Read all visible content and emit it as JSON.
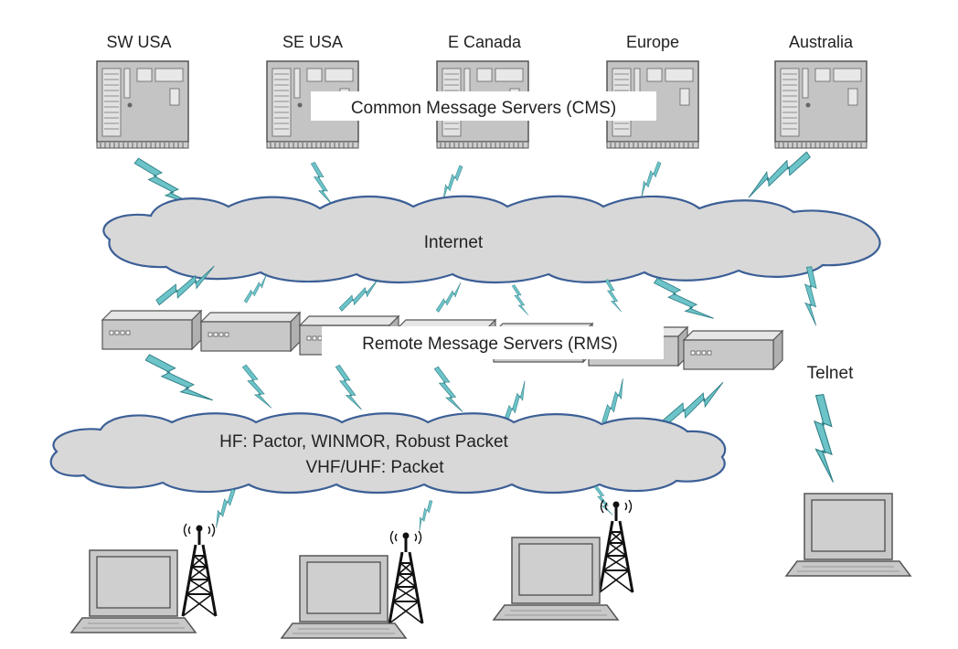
{
  "regions": [
    {
      "label": "SW USA"
    },
    {
      "label": "SE USA"
    },
    {
      "label": "E Canada"
    },
    {
      "label": "Europe"
    },
    {
      "label": "Australia"
    }
  ],
  "cms_label": "Common Message Servers (CMS)",
  "internet_label": "Internet",
  "rms_label": "Remote Message Servers (RMS)",
  "telnet_label": "Telnet",
  "radio_cloud": {
    "line1": "HF:  Pactor, WINMOR, Robust Packet",
    "line2": "VHF/UHF:  Packet"
  },
  "colors": {
    "cloud_fill": "#d8d8d8",
    "cloud_stroke": "#3c5f96",
    "lightning": "#6cc3c8",
    "device_fill": "#c4c4c4",
    "device_stroke": "#555555"
  }
}
